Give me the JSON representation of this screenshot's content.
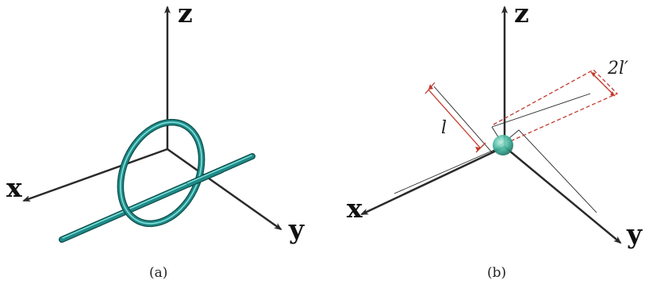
{
  "panel_a": {
    "caption": "(a)",
    "axes": {
      "x": "x",
      "y": "y",
      "z": "z"
    }
  },
  "panel_b": {
    "caption": "(b)",
    "axes": {
      "x": "x",
      "y": "y",
      "z": "z"
    },
    "dimension_l": "l",
    "dimension_2l": "2l′"
  },
  "colors": {
    "axis": "#2a2a2a",
    "tube": "#1f8a87",
    "tube_highlight": "#7fe0da",
    "dimension": "#c0392b",
    "ball": "#3fb39c"
  }
}
